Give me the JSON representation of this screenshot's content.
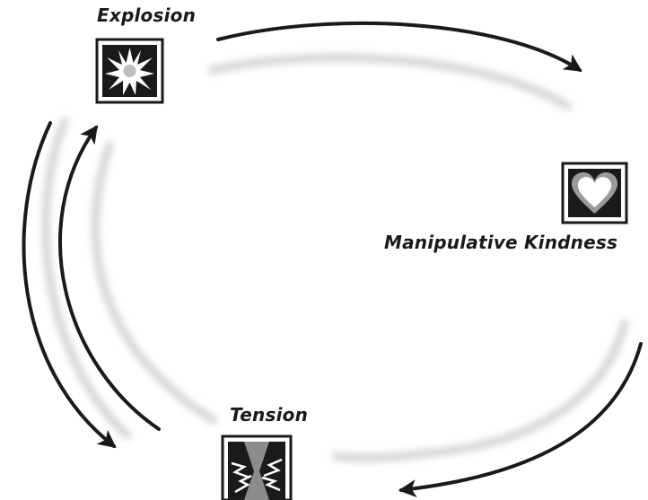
{
  "diagram": {
    "stages": [
      {
        "id": "explosion",
        "label": "Explosion",
        "icon": "explosion-burst-icon"
      },
      {
        "id": "kindness",
        "label": "Manipulative Kindness",
        "icon": "heart-icon"
      },
      {
        "id": "tension",
        "label": "Tension",
        "icon": "lightning-hourglass-icon"
      }
    ],
    "colors": {
      "arrow": "#1a1a1a",
      "shadow": "#d9d9d9",
      "icon_bg": "#1a1a1a",
      "icon_border": "#1a1a1a",
      "icon_fg": "#ffffff",
      "icon_mid": "#9a9a9a"
    }
  }
}
